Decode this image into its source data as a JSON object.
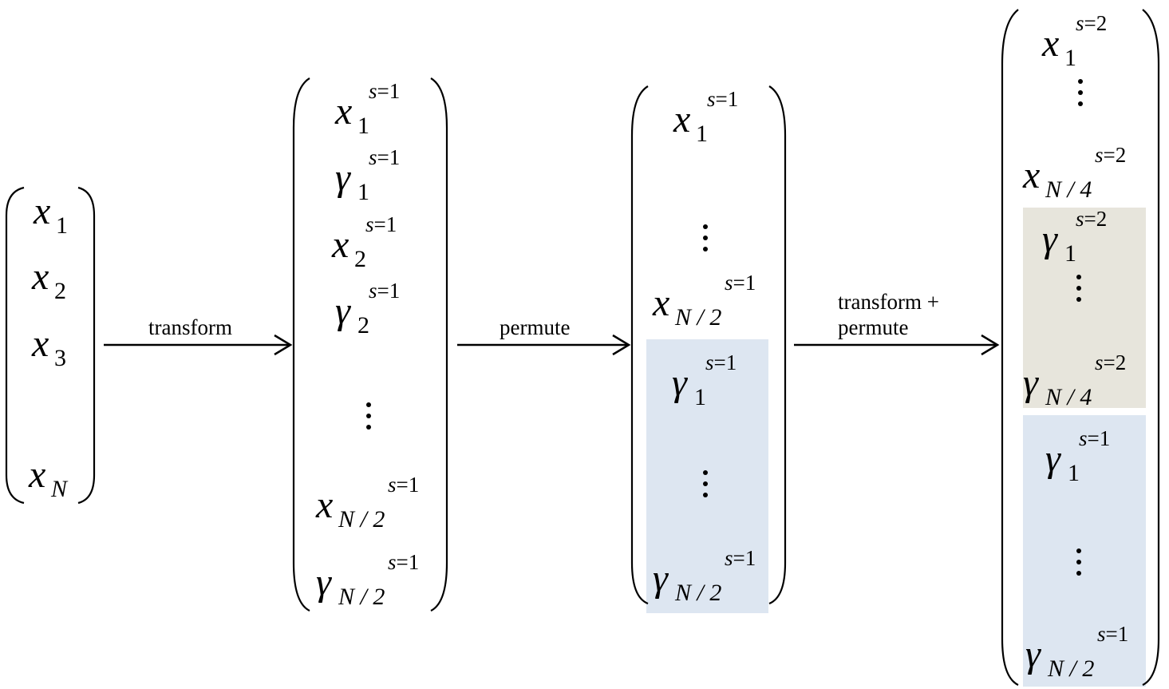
{
  "colors": {
    "blue_block": "#dde6f1",
    "tan_block": "#e7e5dc",
    "ink": "#000000"
  },
  "arrows": {
    "a1": [
      "transform"
    ],
    "a2": [
      "permute"
    ],
    "a3": [
      "transform +",
      "permute"
    ]
  },
  "columns": [
    {
      "id": "input",
      "entries": [
        {
          "sym": "x",
          "sub": "1"
        },
        {
          "sym": "x",
          "sub": "2"
        },
        {
          "sym": "x",
          "sub": "3"
        },
        {
          "sym": "x",
          "sub": "N"
        }
      ]
    },
    {
      "id": "transformed",
      "entries": [
        {
          "sym": "x",
          "sub": "1",
          "sup": "s=1"
        },
        {
          "sym": "γ",
          "sub": "1",
          "sup": "s=1"
        },
        {
          "sym": "x",
          "sub": "2",
          "sup": "s=1"
        },
        {
          "sym": "γ",
          "sub": "2",
          "sup": "s=1"
        },
        {
          "ellipsis": true
        },
        {
          "sym": "x",
          "sub": "N / 2",
          "sup": "s=1"
        },
        {
          "sym": "γ",
          "sub": "N / 2",
          "sup": "s=1"
        }
      ]
    },
    {
      "id": "permuted",
      "entries": [
        {
          "sym": "x",
          "sub": "1",
          "sup": "s=1"
        },
        {
          "ellipsis": true
        },
        {
          "sym": "x",
          "sub": "N / 2",
          "sup": "s=1"
        },
        {
          "sym": "γ",
          "sub": "1",
          "sup": "s=1",
          "block": "blue"
        },
        {
          "ellipsis": true,
          "block": "blue"
        },
        {
          "sym": "γ",
          "sub": "N / 2",
          "sup": "s=1",
          "block": "blue"
        }
      ]
    },
    {
      "id": "second_stage",
      "entries": [
        {
          "sym": "x",
          "sub": "1",
          "sup": "s=2"
        },
        {
          "ellipsis": true
        },
        {
          "sym": "x",
          "sub": "N / 4",
          "sup": "s=2"
        },
        {
          "sym": "γ",
          "sub": "1",
          "sup": "s=2",
          "block": "tan"
        },
        {
          "ellipsis": true,
          "block": "tan"
        },
        {
          "sym": "γ",
          "sub": "N / 4",
          "sup": "s=2",
          "block": "tan"
        },
        {
          "sym": "γ",
          "sub": "1",
          "sup": "s=1",
          "block": "blue"
        },
        {
          "ellipsis": true,
          "block": "blue"
        },
        {
          "sym": "γ",
          "sub": "N / 2",
          "sup": "s=1",
          "block": "blue"
        }
      ]
    }
  ]
}
